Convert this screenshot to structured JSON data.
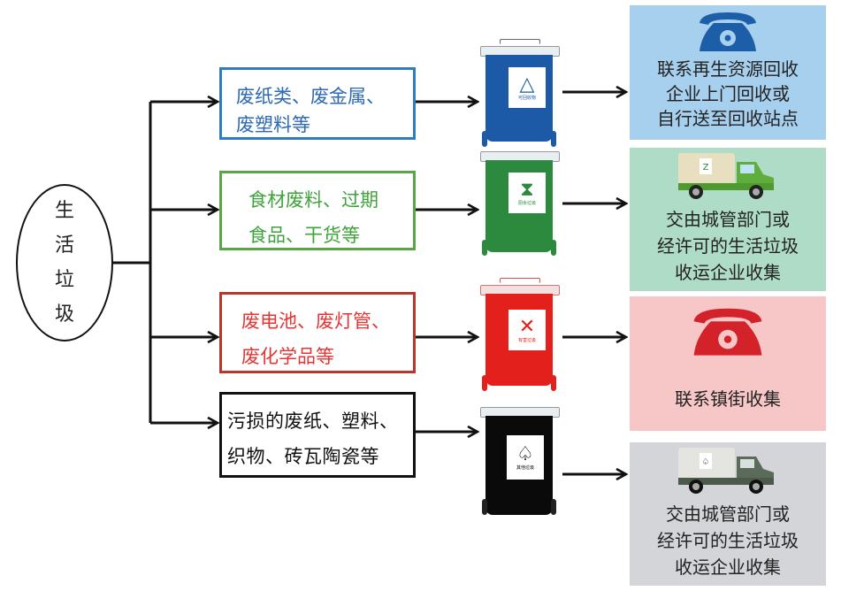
{
  "root": {
    "label_chars": [
      "生",
      "活",
      "垃",
      "圾"
    ]
  },
  "categories": [
    {
      "id": "recyclable",
      "lines": [
        "废纸类、废金属、",
        "废塑料等"
      ],
      "color": "#2f7cc0"
    },
    {
      "id": "kitchen",
      "lines": [
        "食材废料、过期",
        "食品、干货等"
      ],
      "color": "#5aa647"
    },
    {
      "id": "hazardous",
      "lines": [
        "废电池、废灯管、",
        "废化学品等"
      ],
      "color": "#b8372c"
    },
    {
      "id": "other",
      "lines": [
        "污损的废纸、塑料、",
        "织物、砖瓦陶瓷等"
      ],
      "color": "#111111"
    }
  ],
  "bins": [
    {
      "id": "recyclable",
      "color": "#1c5aa8",
      "symbol": "recycle-triangle-icon",
      "glyph": "△",
      "caption": "可回收物"
    },
    {
      "id": "kitchen",
      "color": "#2b8a3e",
      "symbol": "hourglass-icon",
      "glyph": "⧗",
      "caption": "厨余垃圾"
    },
    {
      "id": "hazardous",
      "color": "#e3201b",
      "symbol": "cross-icon",
      "glyph": "✕",
      "caption": "有害垃圾"
    },
    {
      "id": "other",
      "color": "#0a0a0a",
      "symbol": "tree-icon",
      "glyph": "♤",
      "caption": "其他垃圾"
    }
  ],
  "results": [
    {
      "id": "recyclable",
      "icon": "telephone-icon",
      "lines": [
        "联系再生资源回收",
        "企业上门回收或",
        "自行送至回收站点"
      ],
      "bg": "#a7cfee",
      "icon_color": "#1d5ea8"
    },
    {
      "id": "kitchen",
      "icon": "truck-icon",
      "lines": [
        "交由城管部门或",
        "经许可的生活垃圾",
        "收运企业收集"
      ],
      "bg": "#afdcc6",
      "icon_color": "#5fae3c"
    },
    {
      "id": "hazardous",
      "icon": "telephone-icon",
      "lines": [
        "联系镇街收集"
      ],
      "bg": "#f7c6c6",
      "icon_color": "#d4222b"
    },
    {
      "id": "other",
      "icon": "truck-icon",
      "lines": [
        "交由城管部门或",
        "经许可的生活垃圾",
        "收运企业收集"
      ],
      "bg": "#d4d5d9",
      "icon_color": "#5b6b5a"
    }
  ]
}
